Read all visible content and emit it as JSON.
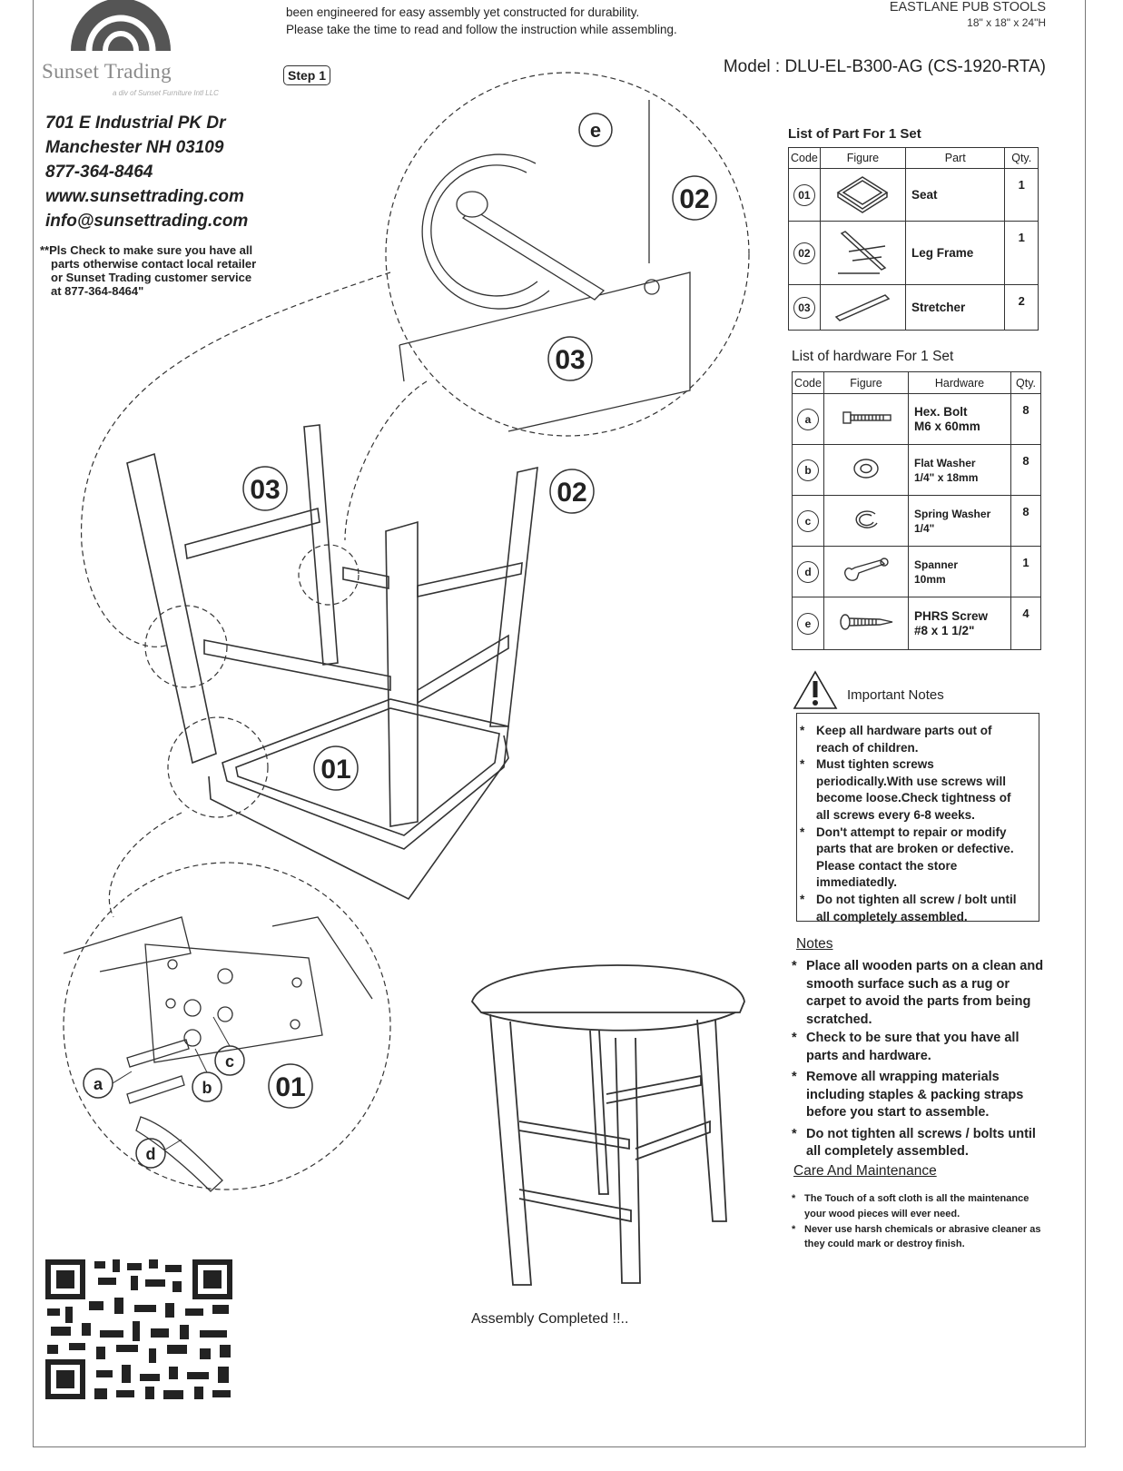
{
  "header": {
    "intro_lines": [
      "been engineered for easy assembly yet constructed for durability.",
      "Please take the time to read and follow the instruction while assembling."
    ],
    "product_name": "EASTLANE PUB STOOLS",
    "dimensions": "18\" x 18\" x 24\"H",
    "step_label": "Step 1",
    "model": "Model  : DLU-EL-B300-AG (CS-1920-RTA)"
  },
  "company": {
    "brand": "Sunset Trading",
    "tagline": "a div of Sunset Furniture Intl LLC",
    "address1": "701 E Industrial PK Dr",
    "address2": "Manchester NH 03109",
    "phone": "877-364-8464",
    "website": "www.sunsettrading.com",
    "email": "info@sunsettrading.com",
    "check_lines": [
      "**Pls Check to make sure you have all",
      "parts otherwise contact local retailer",
      "or Sunset Trading customer service",
      "at 877-364-8464\""
    ]
  },
  "diagram": {
    "callout_e": "e",
    "top_02": "02",
    "top_03": "03",
    "mid_03": "03",
    "mid_02": "02",
    "mid_01": "01",
    "low_a": "a",
    "low_b": "b",
    "low_c": "c",
    "low_d": "d",
    "low_01": "01"
  },
  "parts_list": {
    "title": "List of Part For 1 Set",
    "headers": [
      "Code",
      "Figure",
      "Part",
      "Qty."
    ],
    "rows": [
      {
        "code": "01",
        "part": "Seat",
        "qty": "1"
      },
      {
        "code": "02",
        "part": "Leg Frame",
        "qty": "1"
      },
      {
        "code": "03",
        "part": "Stretcher",
        "qty": "2"
      }
    ]
  },
  "hardware_list": {
    "title": "List of hardware For 1 Set",
    "headers": [
      "Code",
      "Figure",
      "Hardware",
      "Qty."
    ],
    "rows": [
      {
        "code": "a",
        "line1": "Hex. Bolt",
        "line2": "M6 x 60mm",
        "qty": "8"
      },
      {
        "code": "b",
        "line1": "Flat Washer",
        "line2": "1/4\" x 18mm",
        "qty": "8"
      },
      {
        "code": "c",
        "line1": "Spring Washer",
        "line2": "1/4\"",
        "qty": "8"
      },
      {
        "code": "d",
        "line1": "Spanner",
        "line2": "10mm",
        "qty": "1"
      },
      {
        "code": "e",
        "line1": "PHRS Screw",
        "line2": "#8 x 1 1/2\"",
        "qty": "4"
      }
    ]
  },
  "important_notes": {
    "title": "Important Notes",
    "items": [
      [
        "Keep all hardware parts out of",
        "reach of children."
      ],
      [
        "Must tighten screws",
        "periodically.With use screws will",
        "become loose.Check tightness of",
        "all screws every 6-8 weeks."
      ],
      [
        "Don't attempt to repair or modify",
        "parts that are broken or defective.",
        "Please contact the store",
        "immediatedly."
      ],
      [
        "Do not tighten all screw / bolt until",
        "all completely  assembled."
      ]
    ]
  },
  "notes": {
    "title": "Notes",
    "items": [
      [
        "Place all wooden parts on a clean and",
        "smooth surface such as a rug or",
        "carpet to avoid the parts from being",
        "scratched."
      ],
      [
        "Check to be sure that you have all",
        "parts and hardware."
      ],
      [
        "Remove all wrapping materials",
        "including staples & packing straps",
        "before you start to assemble."
      ],
      [
        "Do not tighten all screws / bolts until",
        "all completely assembled."
      ]
    ]
  },
  "care": {
    "title": "Care And Maintenance",
    "items": [
      [
        "The  Touch of a soft cloth is all the maintenance",
        "your wood pieces will ever need."
      ],
      [
        "Never use harsh chemicals or abrasive cleaner as",
        "they could mark or destroy finish."
      ]
    ]
  },
  "footer": {
    "completed": "Assembly Completed !!.."
  }
}
